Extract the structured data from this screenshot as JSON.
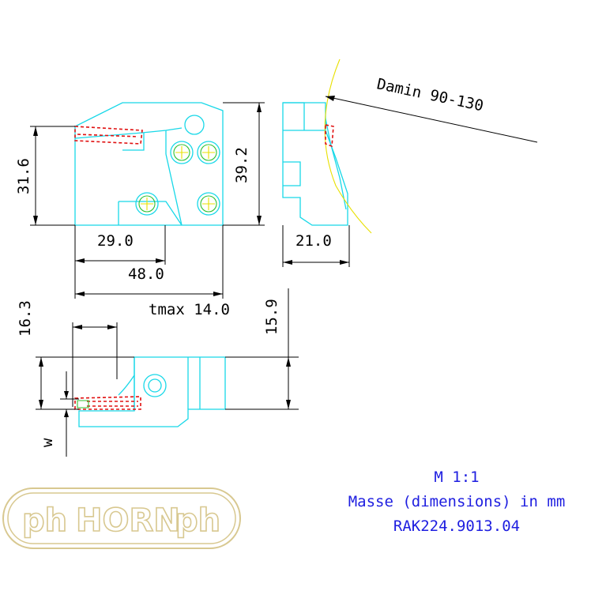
{
  "dimensions": {
    "height_front": "31.6",
    "height_total": "39.2",
    "width_29": "29.0",
    "width_48": "48.0",
    "width_side": "21.0",
    "tmax": "tmax 14.0",
    "height_163": "16.3",
    "height_159": "15.9",
    "w_label": "w"
  },
  "callout": {
    "damin": "Damin 90-130"
  },
  "info": {
    "scale": "M 1:1",
    "units": "Masse (dimensions) in mm",
    "part_number": "RAK224.9013.04"
  },
  "logo": {
    "text": "HORN",
    "mark": "ph"
  },
  "colors": {
    "outline": "#18d8e8",
    "dimension": "#000000",
    "insert": "#e01010",
    "info_text": "#1e1ee0",
    "logo": "#d8c890"
  }
}
